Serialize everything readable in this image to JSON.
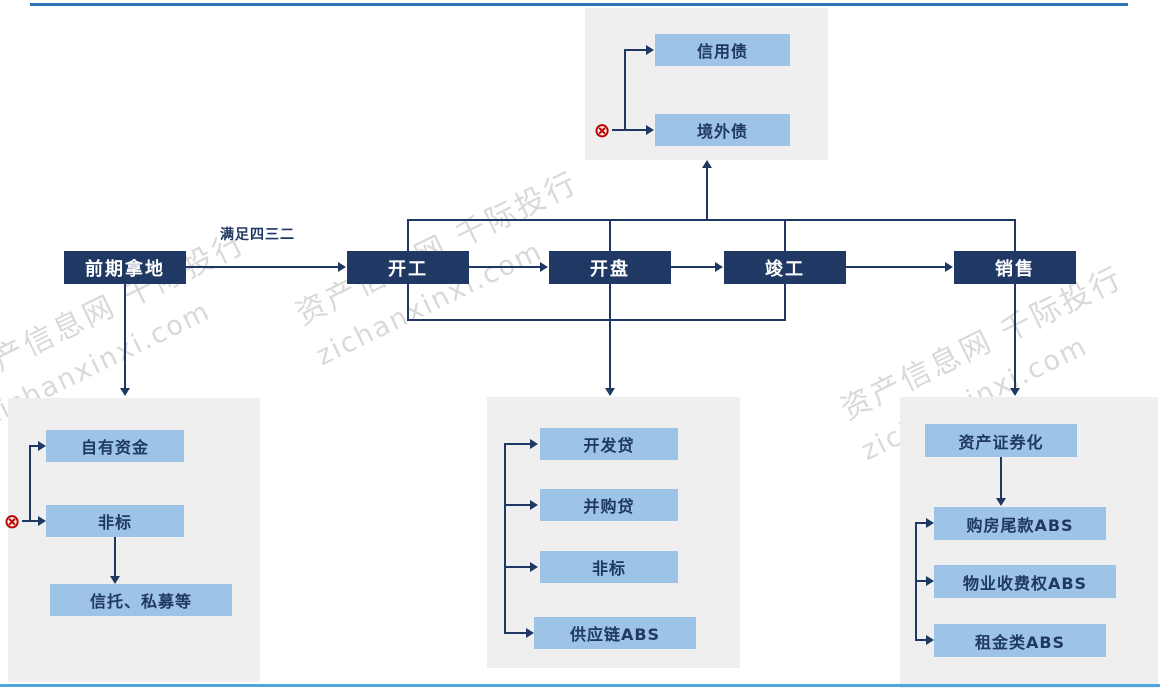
{
  "colors": {
    "navy": "#1F3864",
    "light_blue": "#9DC3E6",
    "panel": "#EFEFEF",
    "red": "#C00000",
    "top_rule": "#2E75B6",
    "bottom_rule": "#4DA6E0",
    "watermark": "#D9D9D9"
  },
  "flow": {
    "stages": [
      {
        "label": "前期拿地"
      },
      {
        "label": "开工"
      },
      {
        "label": "开盘"
      },
      {
        "label": "竣工"
      },
      {
        "label": "销售"
      }
    ],
    "arrow_label": "满足四三二"
  },
  "panels": {
    "top": {
      "items": [
        "信用债",
        "境外债"
      ]
    },
    "left": {
      "items": [
        "自有资金",
        "非标",
        "信托、私募等"
      ]
    },
    "middle": {
      "items": [
        "开发贷",
        "并购贷",
        "非标",
        "供应链ABS"
      ]
    },
    "right": {
      "header": "资产证券化",
      "items": [
        "购房尾款ABS",
        "物业收费权ABS",
        "租金类ABS"
      ]
    }
  },
  "icons": {
    "blocked": "⊗"
  },
  "watermark": {
    "line1": "资产信息网 千际投行",
    "line2": "zichanxinxi.com"
  }
}
